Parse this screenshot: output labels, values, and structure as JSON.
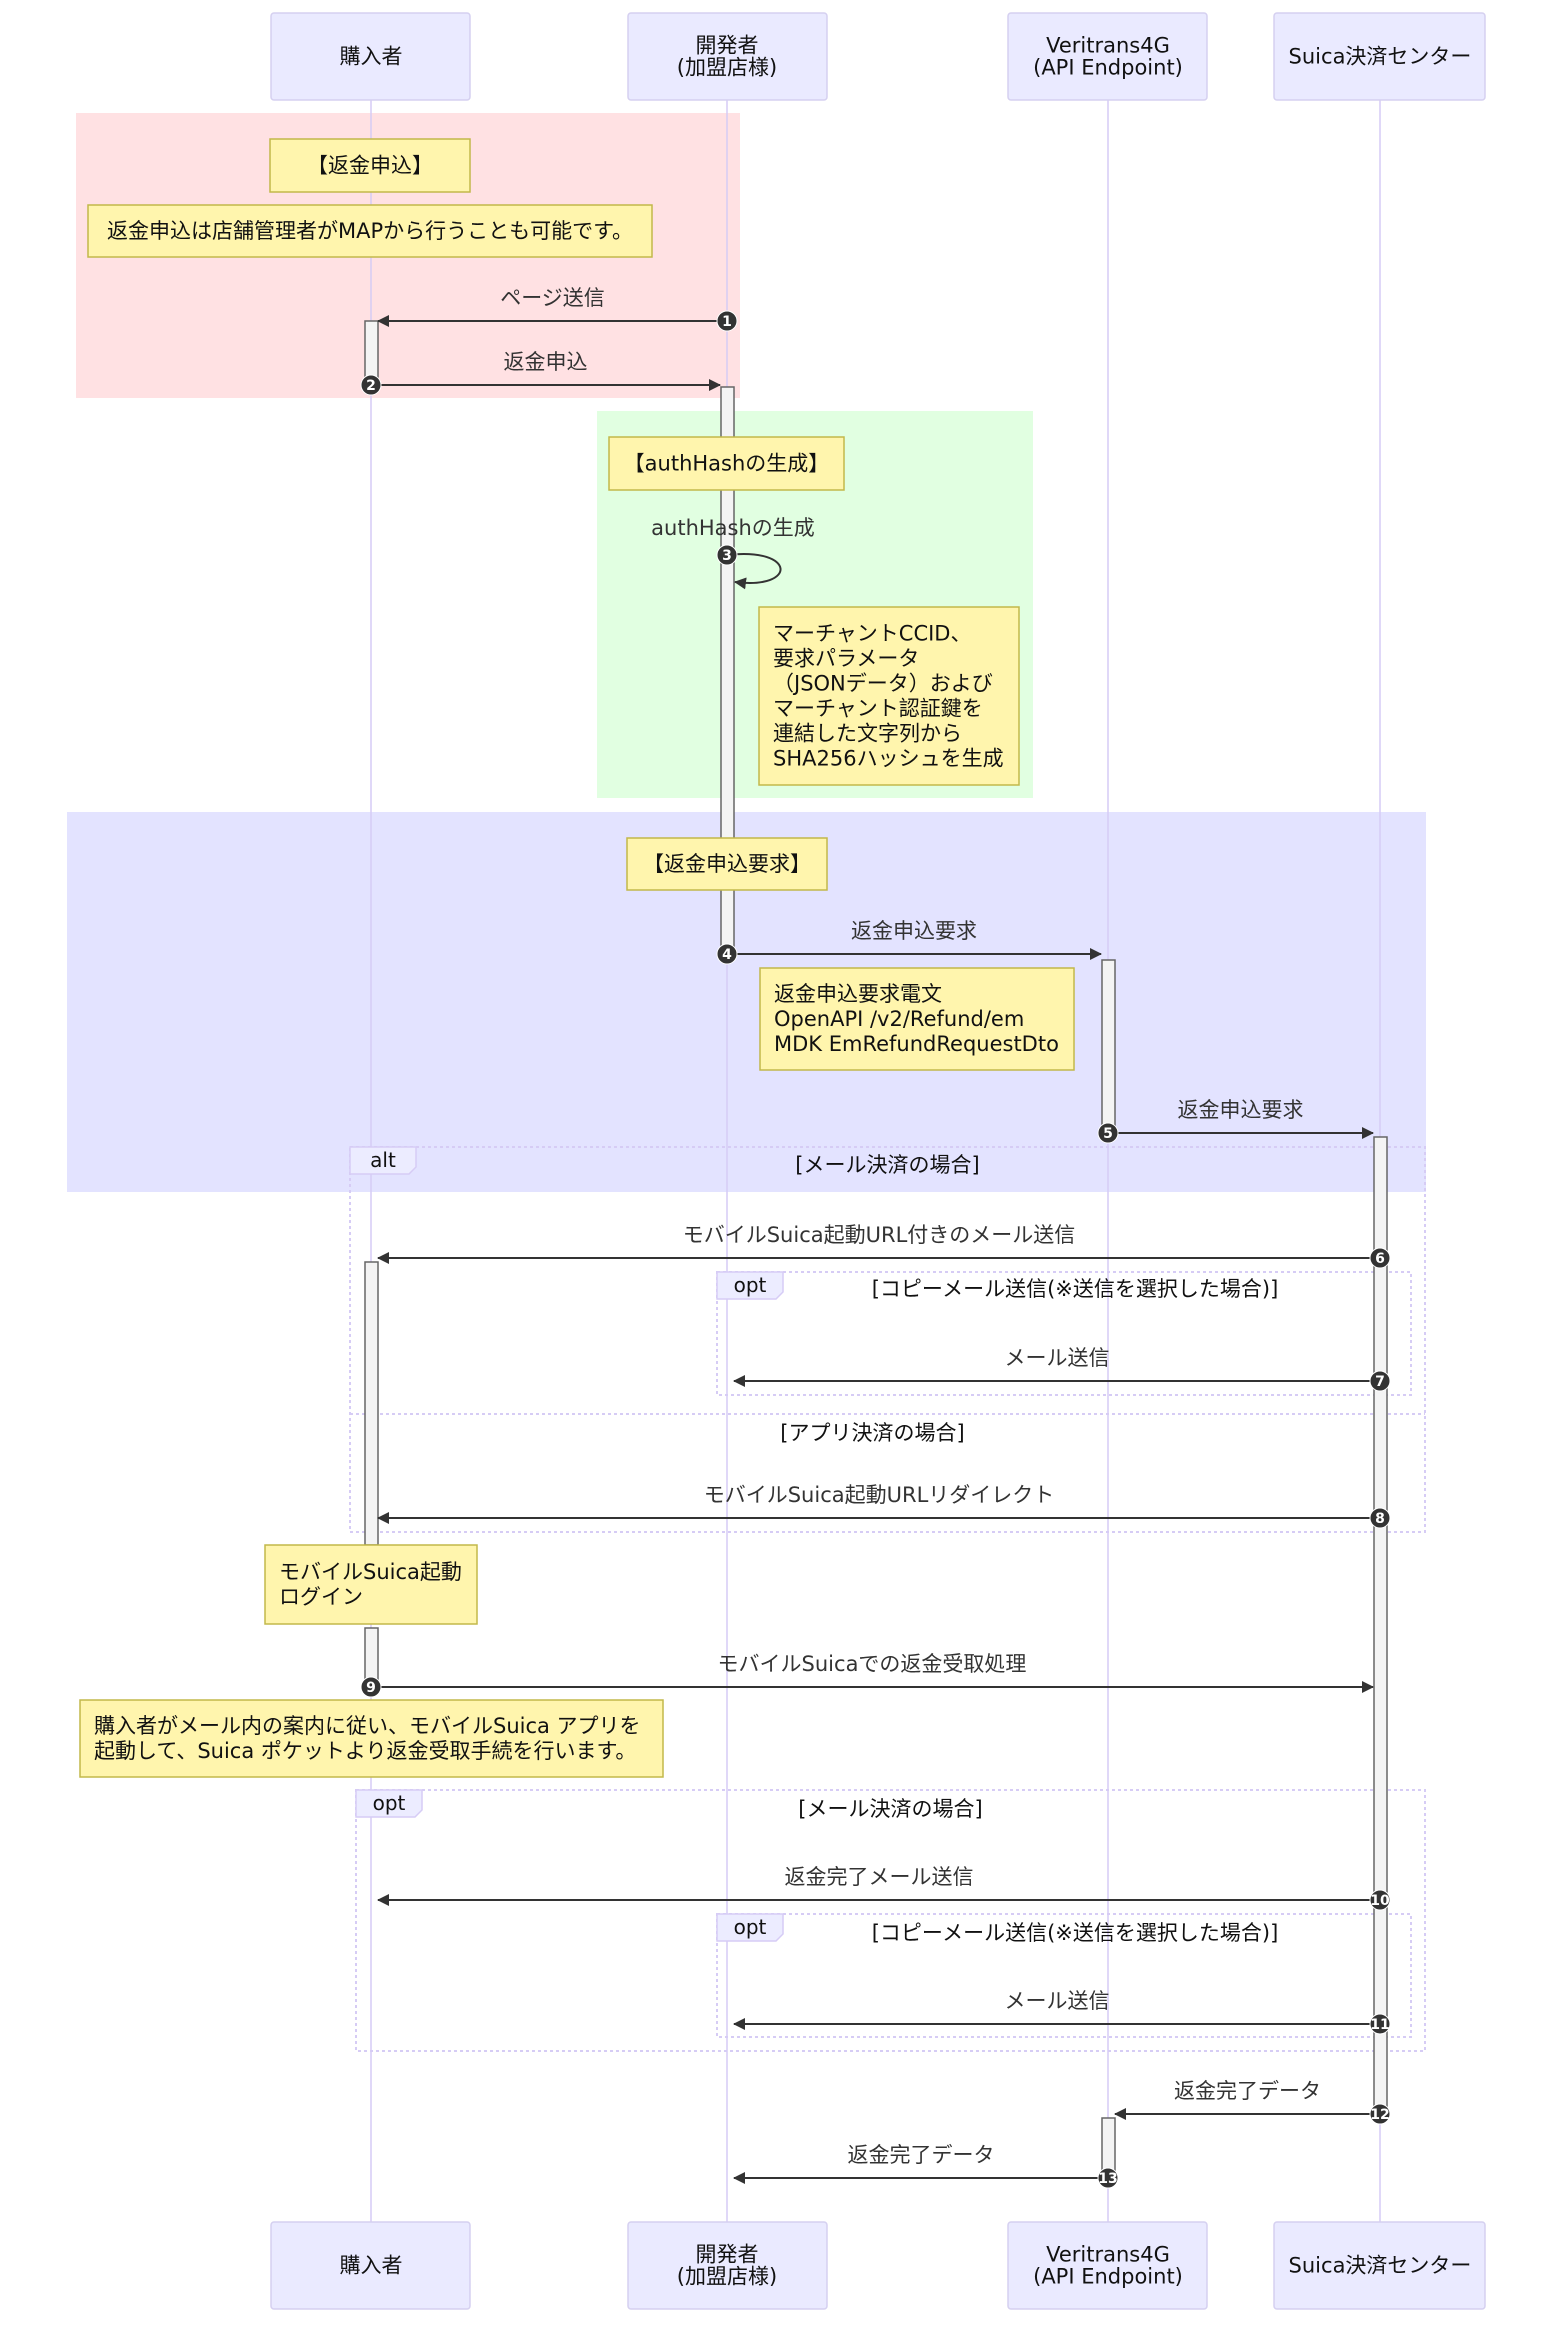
{
  "diagram": {
    "type": "sequence",
    "participants": [
      {
        "id": "buyer",
        "lines": [
          "購入者"
        ]
      },
      {
        "id": "dev",
        "lines": [
          "開発者",
          "(加盟店様)"
        ]
      },
      {
        "id": "vt",
        "lines": [
          "Veritrans4G",
          "(API Endpoint)"
        ]
      },
      {
        "id": "suica",
        "lines": [
          "Suica決済センター"
        ]
      }
    ],
    "colors": {
      "section_refund_request": "#ffe1e3",
      "section_authhash": "#e1ffe1",
      "section_refund_api": "#e3e3ff",
      "note_fill": "#fff5ad",
      "actor_fill": "#eaeaff",
      "message_line": "#333333"
    },
    "sections": [
      {
        "id": "refund-request",
        "color_key": "section_refund_request"
      },
      {
        "id": "authhash",
        "color_key": "section_authhash"
      },
      {
        "id": "refund-api",
        "color_key": "section_refund_api"
      }
    ],
    "notes": [
      {
        "id": "note-refund-title",
        "lines": [
          "【返金申込】"
        ]
      },
      {
        "id": "note-map",
        "lines": [
          "返金申込は店舗管理者がMAPから行うことも可能です。"
        ]
      },
      {
        "id": "note-authhash-title",
        "lines": [
          "【authHashの生成】"
        ]
      },
      {
        "id": "note-authhash-detail",
        "lines": [
          "マーチャントCCID、",
          "要求パラメータ",
          "（JSONデータ）および",
          "マーチャント認証鍵を",
          "連結した文字列から",
          "SHA256ハッシュを生成"
        ]
      },
      {
        "id": "note-refund-api-title",
        "lines": [
          "【返金申込要求】"
        ]
      },
      {
        "id": "note-refund-telegram",
        "lines": [
          "返金申込要求電文",
          "OpenAPI /v2/Refund/em",
          "MDK EmRefundRequestDto"
        ]
      },
      {
        "id": "note-login",
        "lines": [
          "モバイルSuica起動",
          "ログイン"
        ]
      },
      {
        "id": "note-buyer-procedure",
        "lines": [
          "購入者がメール内の案内に従い、モバイルSuica アプリを",
          "起動して、Suica ポケットより返金受取手続を行います。"
        ]
      }
    ],
    "messages": [
      {
        "num": "1",
        "from": "dev",
        "to": "buyer",
        "label": "ページ送信"
      },
      {
        "num": "2",
        "from": "buyer",
        "to": "dev",
        "label": "返金申込"
      },
      {
        "num": "3",
        "from": "dev",
        "to": "dev",
        "label": "authHashの生成"
      },
      {
        "num": "4",
        "from": "dev",
        "to": "vt",
        "label": "返金申込要求"
      },
      {
        "num": "5",
        "from": "vt",
        "to": "suica",
        "label": "返金申込要求"
      },
      {
        "num": "6",
        "from": "suica",
        "to": "buyer",
        "label": "モバイルSuica起動URL付きのメール送信"
      },
      {
        "num": "7",
        "from": "suica",
        "to": "dev",
        "label": "メール送信"
      },
      {
        "num": "8",
        "from": "suica",
        "to": "buyer",
        "label": "モバイルSuica起動URLリダイレクト"
      },
      {
        "num": "9",
        "from": "buyer",
        "to": "suica",
        "label": "モバイルSuicaでの返金受取処理"
      },
      {
        "num": "10",
        "from": "suica",
        "to": "buyer",
        "label": "返金完了メール送信"
      },
      {
        "num": "11",
        "from": "suica",
        "to": "dev",
        "label": "メール送信"
      },
      {
        "num": "12",
        "from": "suica",
        "to": "vt",
        "label": "返金完了データ"
      },
      {
        "num": "13",
        "from": "vt",
        "to": "dev",
        "label": "返金完了データ"
      }
    ],
    "frames": [
      {
        "id": "alt-mail-app",
        "kind": "alt",
        "conditions": [
          "[メール決済の場合]",
          "[アプリ決済の場合]"
        ]
      },
      {
        "id": "opt-copy-mail-1",
        "kind": "opt",
        "conditions": [
          "[コピーメール送信(※送信を選択した場合)]"
        ]
      },
      {
        "id": "opt-mail-payment",
        "kind": "opt",
        "conditions": [
          "[メール決済の場合]"
        ]
      },
      {
        "id": "opt-copy-mail-2",
        "kind": "opt",
        "conditions": [
          "[コピーメール送信(※送信を選択した場合)]"
        ]
      }
    ]
  }
}
